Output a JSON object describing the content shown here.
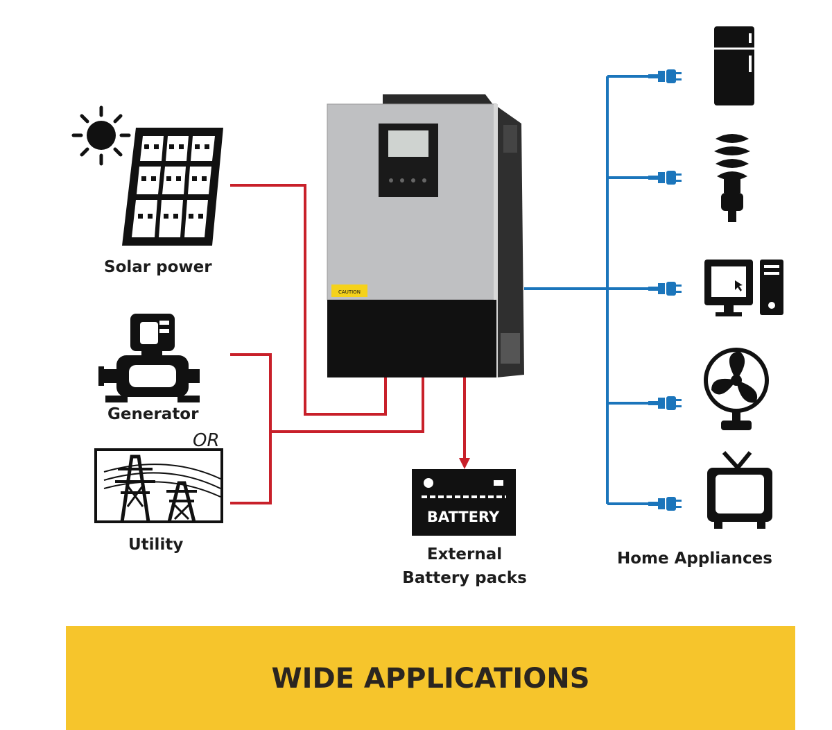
{
  "labels": {
    "solar": "Solar power",
    "generator": "Generator",
    "or": "OR",
    "utility": "Utility",
    "battery_icon": "BATTERY",
    "battery_line1": "External",
    "battery_line2": "Battery packs",
    "home": "Home Appliances",
    "caution": "CAUTION"
  },
  "banner": {
    "title": "WIDE APPLICATIONS"
  },
  "colors": {
    "input_wire": "#c8202a",
    "output_wire": "#1b75bb",
    "banner": "#f6c52c",
    "icon": "#111111"
  },
  "icons": [
    "sun-icon",
    "solar-panel-icon",
    "generator-icon",
    "power-tower-icon",
    "inverter-icon",
    "battery-icon",
    "refrigerator-icon",
    "light-bulb-icon",
    "computer-icon",
    "fan-icon",
    "television-icon",
    "plug-icon"
  ]
}
